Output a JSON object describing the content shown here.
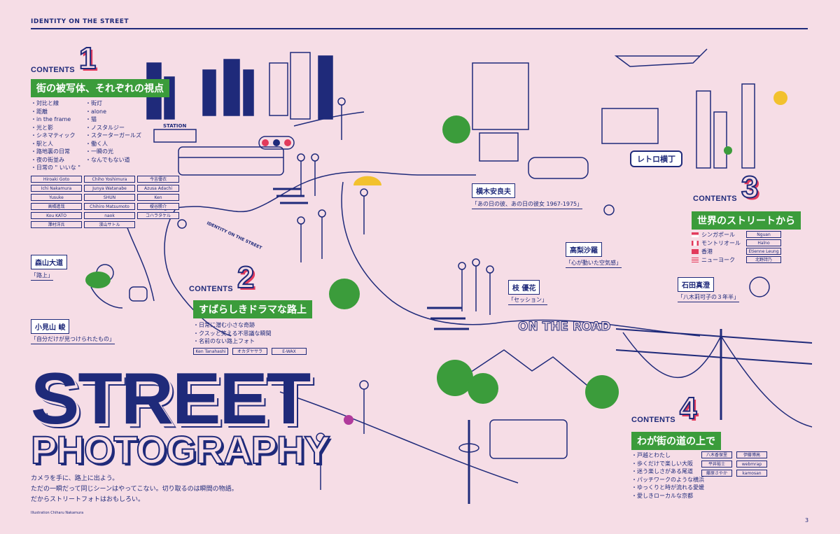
{
  "header": {
    "label": "IDENTITY ON THE STREET",
    "page_number": "3"
  },
  "contents1": {
    "label": "CONTENTS",
    "number": "1",
    "title": "街の被写体、それぞれの視点",
    "col1": [
      "対比と線",
      "距離",
      "in the frame",
      "光と影",
      "シネマティック",
      "駅と人",
      "路地裏の日常",
      "夜の街並み",
      "日常の \" いいな \""
    ],
    "col2": [
      "街灯",
      "alone",
      "猫",
      "ノスタルジー",
      "スターターガールズ",
      "働く人",
      "一瞬の光",
      "なんでもない道"
    ],
    "names": [
      "Hiroaki Goto",
      "Chiho Yoshimura",
      "今吉優衣",
      "Ichi Nakamura",
      "Junya Watanabe",
      "Azusa Adachi",
      "Yusuke",
      "SHUN",
      "Ken",
      "高橋進哉",
      "Chihiro Matsumoto",
      "榎谷勝介",
      "Kou KATO",
      "naok",
      "コハラタケル",
      "澤村洋兵",
      "濱山サトル",
      ""
    ]
  },
  "contents2": {
    "label": "CONTENTS",
    "number": "2",
    "title": "すばらしきドラマな路上",
    "items": [
      "日常に潜む小さな奇跡",
      "クスッと笑える不思議な瞬間",
      "名前のない路上フォト"
    ],
    "names": [
      "Ken Tanahashi",
      "オカダヤサラ",
      "E-WAX"
    ]
  },
  "contents3": {
    "label": "CONTENTS",
    "number": "3",
    "title": "世界のストリートから",
    "cities": [
      "シンガポール",
      "モントリオール",
      "香港",
      "ニューヨーク"
    ],
    "names": [
      "Nguan",
      "Halno",
      "Etienne Leung",
      "北野詩乃"
    ]
  },
  "contents4": {
    "label": "CONTENTS",
    "number": "4",
    "title": "わが街の道の上で",
    "items": [
      "戸越とわたし",
      "歩くだけで楽しい大阪",
      "迷う楽しさがある尾道",
      "パッチワークのような横浜",
      "ゆっくりと時が流れる愛媛",
      "愛しきローカルな京都"
    ],
    "names": [
      "八木香保里",
      "伊藤博高",
      "平井裕士",
      "webmrap",
      "藤原さやか",
      "kamosan"
    ]
  },
  "features": [
    {
      "name": "森山大道",
      "quote": "「路上」"
    },
    {
      "name": "小見山 峻",
      "quote": "「自分だけが見つけられたもの」"
    },
    {
      "name": "横木安良夫",
      "quote": "「あの日の彼、あの日の彼女 1967-1975」"
    },
    {
      "name": "高梨沙羅",
      "quote": "「心が動いた空気感」"
    },
    {
      "name": "枝 優花",
      "quote": "「セッション」"
    },
    {
      "name": "石田真澄",
      "quote": "「八木莉可子の３年半」"
    }
  ],
  "illustration_text": {
    "station": "STATION",
    "identity_sign": "IDENTITY ON THE STREET",
    "retro_sign": "レトロ横丁",
    "on_the_road": "ON THE ROAD"
  },
  "title": {
    "line1": "STREET",
    "line2": "PHOTOGRAPHY"
  },
  "body_copy": [
    "カメラを手に、路上に出よう。",
    "ただの一瞬だって同じシーンはやってこない。切り取るのは瞬間の物語。",
    "だからストリートフォトはおもしろい。"
  ],
  "credit": "Illustration  Chiharu Nakamura",
  "colors": {
    "background": "#f6dde6",
    "navy": "#1f2a7a",
    "green": "#3b9c3b",
    "red": "#e23a5c"
  }
}
